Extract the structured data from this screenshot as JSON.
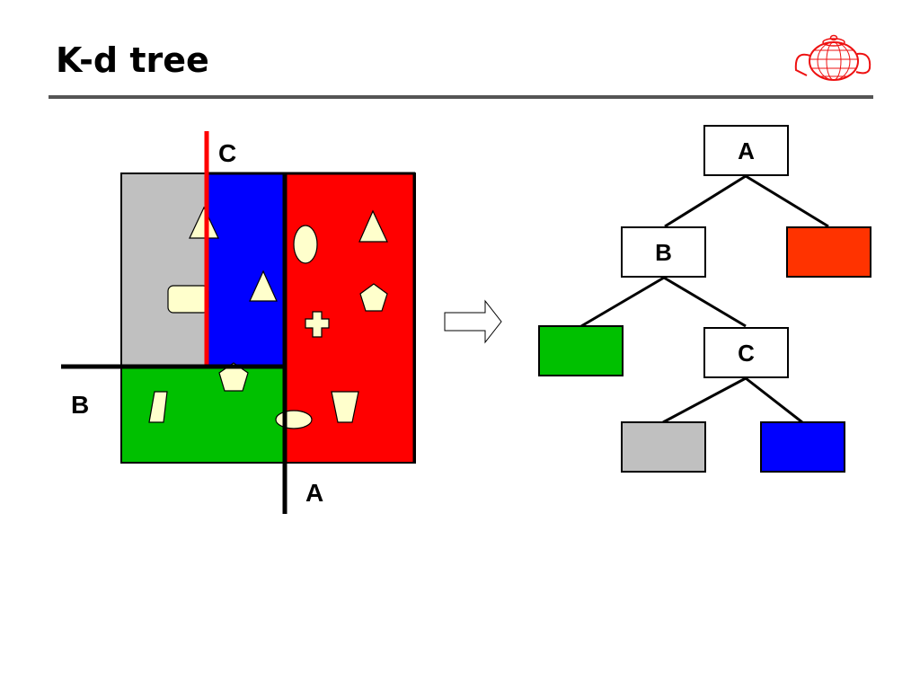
{
  "title": "K-d tree",
  "colors": {
    "gray_region": "#c0c0c0",
    "blue_region": "#0000ff",
    "red_region": "#ff0000",
    "green_region": "#00c000",
    "split_line_c": "#ff0000",
    "split_line": "#000000",
    "shape_fill": "#ffffcc",
    "tree_leaf_red": "#ff3300",
    "tree_leaf_green": "#00c000",
    "tree_leaf_gray": "#c0c0c0",
    "tree_leaf_blue": "#0000ff",
    "rule": "#555555"
  },
  "partition": {
    "split_labels": {
      "a": "A",
      "b": "B",
      "c": "C"
    }
  },
  "tree": {
    "nodes": {
      "a": "A",
      "b": "B",
      "c": "C"
    }
  },
  "icons": [
    "teapot-icon",
    "hollow-arrow-right-icon"
  ]
}
